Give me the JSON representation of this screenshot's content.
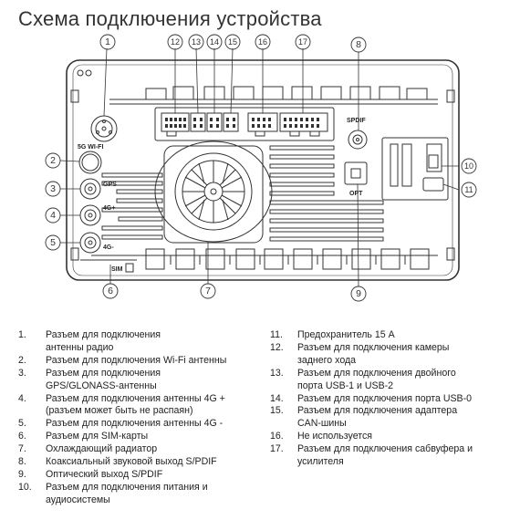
{
  "title": "Схема подключения устройства",
  "callouts": [
    "1",
    "2",
    "3",
    "4",
    "5",
    "6",
    "7",
    "8",
    "9",
    "10",
    "11",
    "12",
    "13",
    "14",
    "15",
    "16",
    "17"
  ],
  "device_labels": {
    "wifi": "5G WI-FI",
    "gps": "GPS",
    "lte_plus": "4G+",
    "lte_minus": "4G-",
    "sim": "SIM",
    "spdif": "SPDIF",
    "opt": "OPT"
  },
  "legend_left": [
    {
      "num": "1.",
      "lines": [
        "Разъем для подключения",
        "антенны радио"
      ]
    },
    {
      "num": "2.",
      "lines": [
        "Разъем для подключения Wi-Fi антенны"
      ]
    },
    {
      "num": "3.",
      "lines": [
        "Разъем для подключения",
        "GPS/GLONASS-антенны"
      ]
    },
    {
      "num": "4.",
      "lines": [
        "Разъем для подключения антенны 4G +",
        "(разъем может быть не распаян)"
      ]
    },
    {
      "num": "5.",
      "lines": [
        "Разъем для подключения антенны 4G -"
      ]
    },
    {
      "num": "6.",
      "lines": [
        "Разъем для SIM-карты"
      ]
    },
    {
      "num": "7.",
      "lines": [
        "Охлаждающий радиатор"
      ]
    },
    {
      "num": "8.",
      "lines": [
        "Коаксиальный звуковой выход S/PDIF"
      ]
    },
    {
      "num": "9.",
      "lines": [
        "Оптический выход S/PDIF"
      ]
    },
    {
      "num": "10.",
      "lines": [
        "Разъем для подключения питания и",
        "аудиосистемы"
      ]
    }
  ],
  "legend_right": [
    {
      "num": "11.",
      "lines": [
        "Предохранитель 15 А"
      ]
    },
    {
      "num": "12.",
      "lines": [
        "Разъем для подключения камеры",
        "заднего хода"
      ]
    },
    {
      "num": "13.",
      "lines": [
        "Разъем для подключения двойного",
        "порта USB-1 и USB-2"
      ]
    },
    {
      "num": "14.",
      "lines": [
        "Разъем для подключения порта USB-0"
      ]
    },
    {
      "num": "15.",
      "lines": [
        "Разъем для подключения адаптера",
        "CAN-шины"
      ]
    },
    {
      "num": "16.",
      "lines": [
        "Не используется"
      ]
    },
    {
      "num": "17.",
      "lines": [
        "Разъем для подключения сабвуфера и",
        "усилителя"
      ]
    }
  ]
}
